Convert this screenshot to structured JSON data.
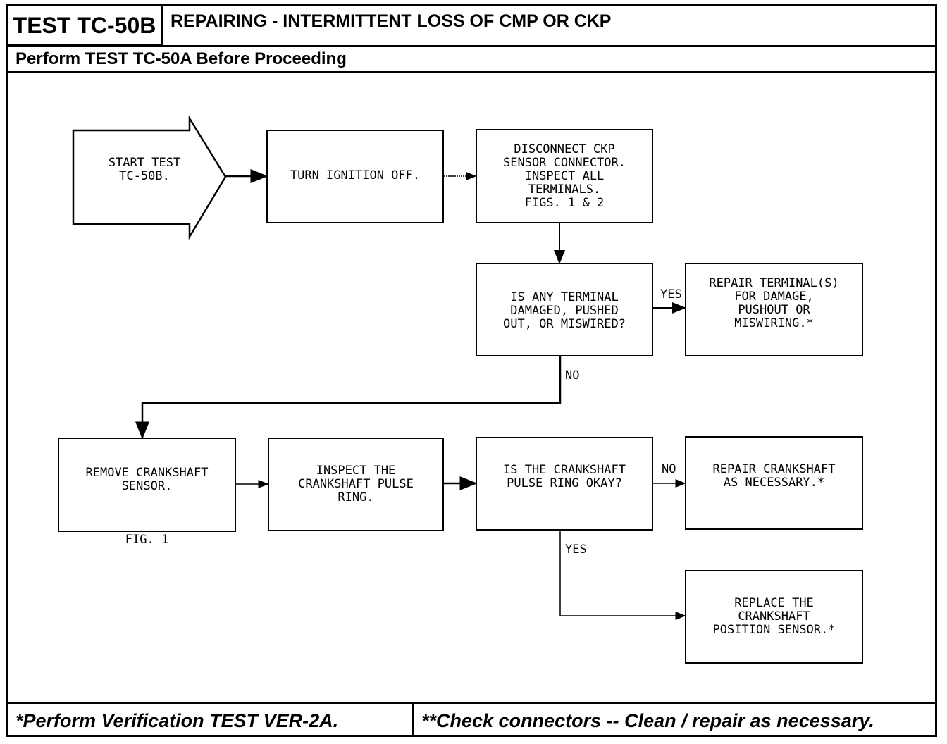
{
  "header": {
    "test_id": "TEST TC-50B",
    "title": "REPAIRING - INTERMITTENT LOSS OF CMP OR CKP",
    "subtitle": "Perform TEST TC-50A Before Proceeding"
  },
  "flow": {
    "start": "START TEST\nTC-50B.",
    "turn_ignition": "TURN IGNITION OFF.",
    "disconnect_ckp": "DISCONNECT CKP\nSENSOR CONNECTOR.\nINSPECT ALL\nTERMINALS.\nFIGS. 1 & 2",
    "terminal_question": "IS ANY TERMINAL\nDAMAGED, PUSHED\nOUT, OR MISWIRED?",
    "repair_terminal": "REPAIR TERMINAL(S)\nFOR DAMAGE,\nPUSHOUT OR\nMISWIRING.*",
    "remove_sensor": "REMOVE CRANKSHAFT\nSENSOR.",
    "remove_sensor_fig": "FIG. 1",
    "inspect_ring": "INSPECT THE\nCRANKSHAFT PULSE\nRING.",
    "ring_question": "IS THE CRANKSHAFT\nPULSE RING OKAY?",
    "repair_crankshaft": "REPAIR CRANKSHAFT\nAS NECESSARY.*",
    "replace_sensor": "REPLACE THE\nCRANKSHAFT\nPOSITION SENSOR.*",
    "yes_terminal": "YES",
    "no_terminal": "NO",
    "no_ring": "NO",
    "yes_ring": "YES"
  },
  "footer": {
    "left": "*Perform Verification TEST VER-2A.",
    "right": "**Check connectors -- Clean / repair as necessary."
  }
}
